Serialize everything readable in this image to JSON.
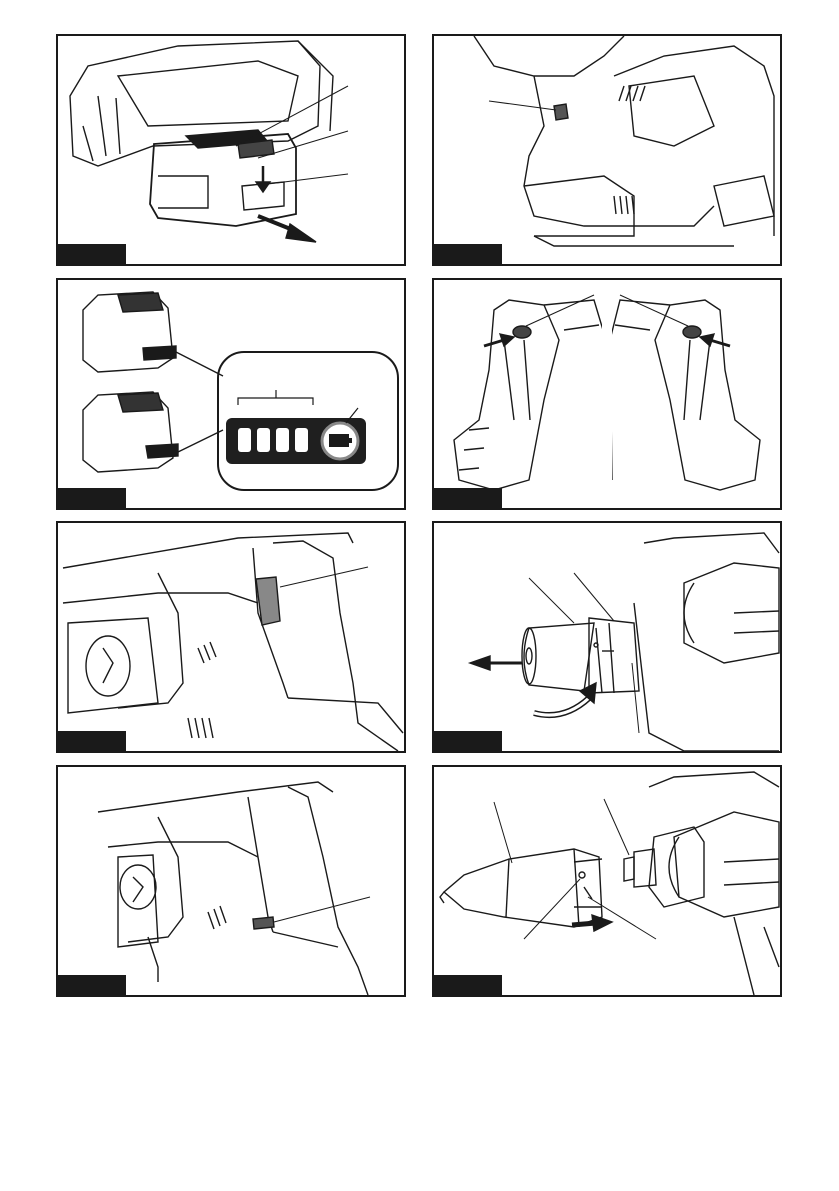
{
  "page": {
    "panels": [
      {
        "id": "fig1",
        "content": "battery-removal"
      },
      {
        "id": "fig2",
        "content": "tool-rear-indicator"
      },
      {
        "id": "fig3",
        "content": "battery-indicator-lamps"
      },
      {
        "id": "fig4",
        "content": "grip-side-buttons"
      },
      {
        "id": "fig5",
        "content": "switch-trigger-lamp"
      },
      {
        "id": "fig6",
        "content": "chuck-removal"
      },
      {
        "id": "fig7",
        "content": "tool-side-lamp"
      },
      {
        "id": "fig8",
        "content": "chuck-installation"
      }
    ],
    "colors": {
      "line": "#1a1a1a",
      "display": "#1f1f1f",
      "lamp": "#ffffff",
      "fill": "#888888"
    }
  }
}
